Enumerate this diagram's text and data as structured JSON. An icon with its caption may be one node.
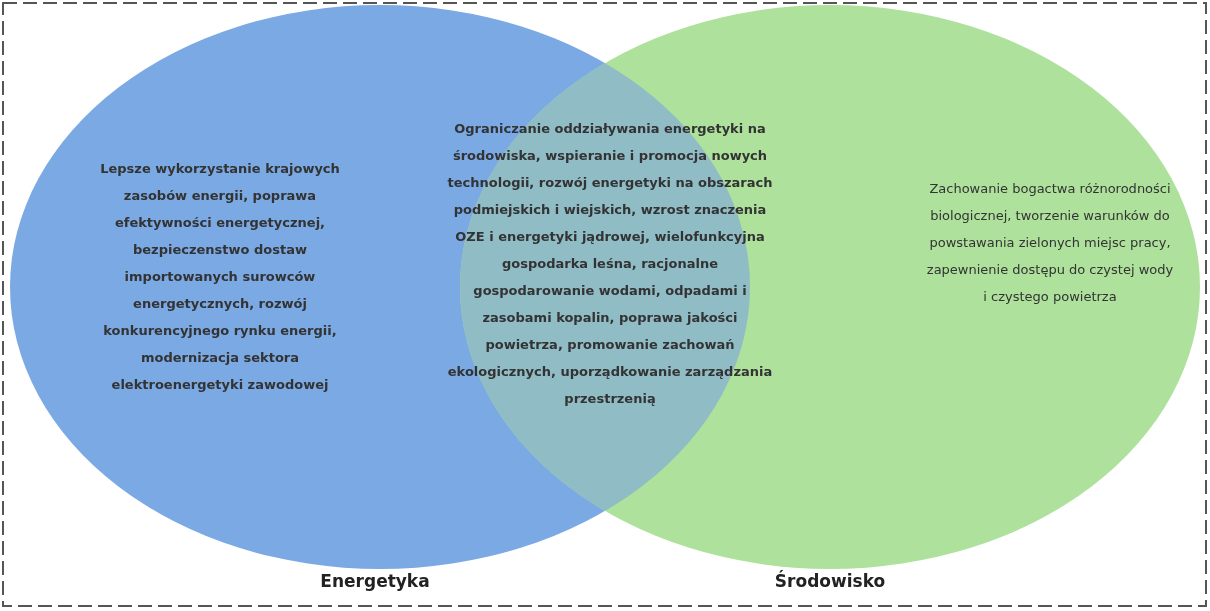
{
  "diagram": {
    "nodes": [
      {
        "text": [
          "Lepsze wykorzystanie krajowych zasobów energii, poprawa efektywności energetycznej, bezpieczenstwo dostaw importowanych surowców energetycznych, rozwój konkurencyjnego rynku energii, modernizacja sektora elektroenergetyki zawodowej",
          "Energetyka"
        ]
      },
      {
        "text": [
          "Zachowanie bogactwa różnorodności biologicznej, tworzenie warunków do powstawania zielonych miejsc pracy, zapewnienie dostępu do czystej wody i czystego powietrza",
          "Środowisko"
        ]
      },
      {
        "text": [
          "Ograniczanie oddziaływania energetyki na środowiska, wspieranie i promocja nowych technologii, rozwój energetyki na obszarach podmiejskich i wiejskich, wzrost znaczenia OZE i energetyki jądrowej, wielofunkcyjna gospodarka leśna, racjonalne gospodarowanie wodami, odpadami i zasobami kopalin, poprawa jakości powietrza, promowanie zachowań ekologicznych, uporządkowanie zarządzania przestrzenią"
        ]
      }
    ]
  }
}
